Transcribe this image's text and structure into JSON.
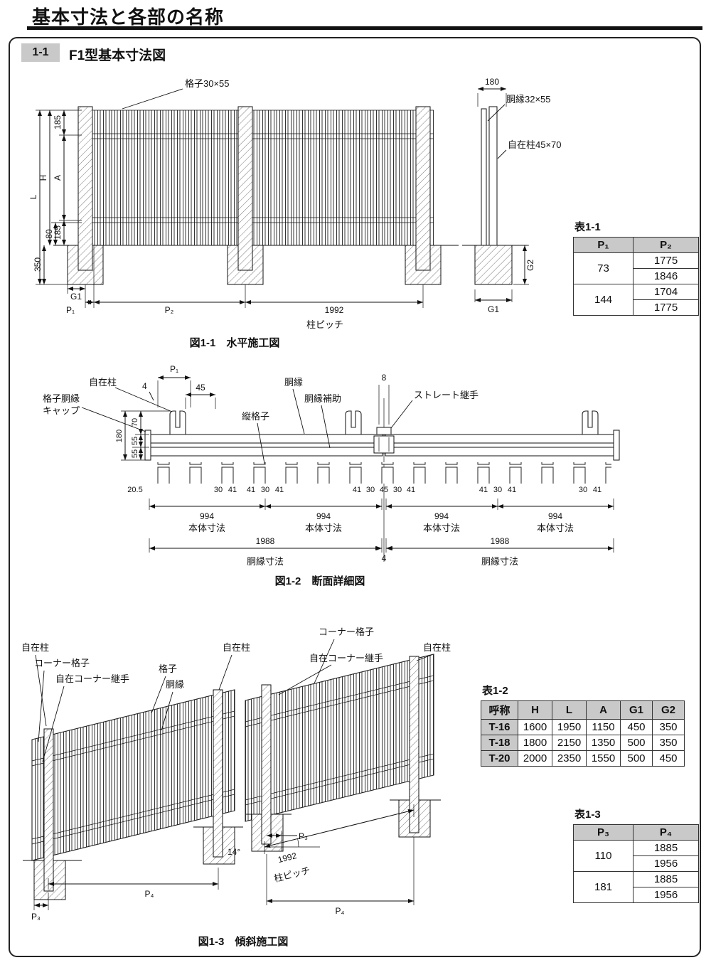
{
  "page": {
    "title": "基本寸法と各部の名称",
    "section_tag": "1-1",
    "section_title": "F1型基本寸法図"
  },
  "fig1": {
    "caption": "図1-1　水平施工図",
    "grid_label": "格子30×55",
    "rail_label": "胴縁32×55",
    "post_label": "自在柱45×70",
    "d180": "180",
    "dL": "L",
    "dH": "H",
    "dA": "A",
    "d185t": "185",
    "d185b": "185",
    "d80": "80",
    "d350": "350",
    "dG1": "G1",
    "dP1": "P₁",
    "dP2": "P₂",
    "d1992": "1992",
    "pitch": "柱ピッチ",
    "dG2": "G2",
    "dG1r": "G1"
  },
  "table1": {
    "title": "表1-1",
    "h1": "P₁",
    "h2": "P₂",
    "rows": [
      [
        "73",
        "1775",
        "1846"
      ],
      [
        "144",
        "1704",
        "1775"
      ]
    ]
  },
  "fig2": {
    "caption": "図1-2　断面詳細図",
    "post": "自在柱",
    "cap1": "格子胴縁",
    "cap2": "キャップ",
    "slat": "縦格子",
    "rail": "胴縁",
    "rail_sub": "胴縁補助",
    "joint": "ストレート継手",
    "dP1": "P₁",
    "d4": "4",
    "d45": "45",
    "d8": "8",
    "d70": "70",
    "d55a": "55",
    "d55b": "55",
    "d180": "180",
    "botdims": [
      "20.5",
      "30",
      "41",
      "41",
      "30",
      "41",
      "41",
      "30",
      "45",
      "30",
      "41",
      "41",
      "30",
      "41",
      "30",
      "41"
    ],
    "d994": "994",
    "body_dim": "本体寸法",
    "d1988": "1988",
    "rail_dim": "胴縁寸法",
    "d4c": "4"
  },
  "fig3": {
    "caption": "図1-3　傾斜施工図",
    "post1": "自在柱",
    "corner1": "コーナー格子",
    "cjoint1": "自在コーナー継手",
    "grid": "格子",
    "rail": "胴縁",
    "post2": "自在柱",
    "corner2": "コーナー格子",
    "cjoint2": "自在コーナー継手",
    "post3": "自在柱",
    "deg": "14°",
    "d1992": "1992",
    "pitch": "柱ピッチ",
    "dP3a": "P₃",
    "dP4a": "P₄",
    "dP3b": "P₃",
    "dP4b": "P₄"
  },
  "table2": {
    "title": "表1-2",
    "headers": [
      "呼称",
      "H",
      "L",
      "A",
      "G1",
      "G2"
    ],
    "rows": [
      [
        "T-16",
        "1600",
        "1950",
        "1150",
        "450",
        "350"
      ],
      [
        "T-18",
        "1800",
        "2150",
        "1350",
        "500",
        "350"
      ],
      [
        "T-20",
        "2000",
        "2350",
        "1550",
        "500",
        "450"
      ]
    ]
  },
  "table3": {
    "title": "表1-3",
    "h1": "P₃",
    "h2": "P₄",
    "rows": [
      [
        "110",
        "1885",
        "1956"
      ],
      [
        "181",
        "1885",
        "1956"
      ]
    ]
  }
}
